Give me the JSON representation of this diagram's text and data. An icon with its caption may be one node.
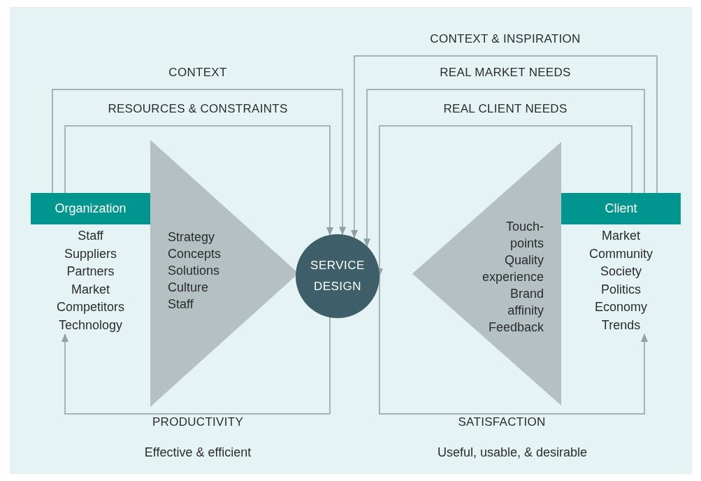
{
  "diagram": {
    "nodes": [
      {
        "text": [
          "Organization"
        ],
        "beside": [
          "Staff",
          "Suppliers",
          "Partners",
          "Market",
          "Competitors",
          "Technology"
        ]
      },
      {
        "text": [
          "Strategy",
          "Concepts",
          "Solutions",
          "Culture",
          "Staff"
        ]
      },
      {
        "text": [
          "SERVICE DESIGN"
        ]
      },
      {
        "text": [
          "Touch-points",
          "Quality experience",
          "Brand affinity",
          "Feedback"
        ]
      },
      {
        "text": [
          "Client"
        ],
        "beside": [
          "Market",
          "Community",
          "Society",
          "Politics",
          "Economy",
          "Trends"
        ]
      }
    ],
    "edges": [
      {
        "from": 0,
        "to": 2,
        "arrow": "to",
        "label": "CONTEXT"
      },
      {
        "from": 0,
        "to": 2,
        "arrow": "to",
        "label": "RESOURCES & CONSTRAINTS"
      },
      {
        "from": 4,
        "to": 2,
        "arrow": "to",
        "label": "CONTEXT & INSPIRATION"
      },
      {
        "from": 4,
        "to": 2,
        "arrow": "to",
        "label": "REAL MARKET NEEDS"
      },
      {
        "from": 4,
        "to": 2,
        "arrow": "to",
        "label": "REAL CLIENT NEEDS"
      },
      {
        "from": 2,
        "to": 0,
        "arrow": "to",
        "label": "PRODUCTIVITY"
      },
      {
        "from": 2,
        "to": 4,
        "arrow": "to",
        "label": "SATISFACTION"
      }
    ],
    "labels": [
      "Effective & efficient",
      "Useful, usable, & desirable"
    ]
  }
}
